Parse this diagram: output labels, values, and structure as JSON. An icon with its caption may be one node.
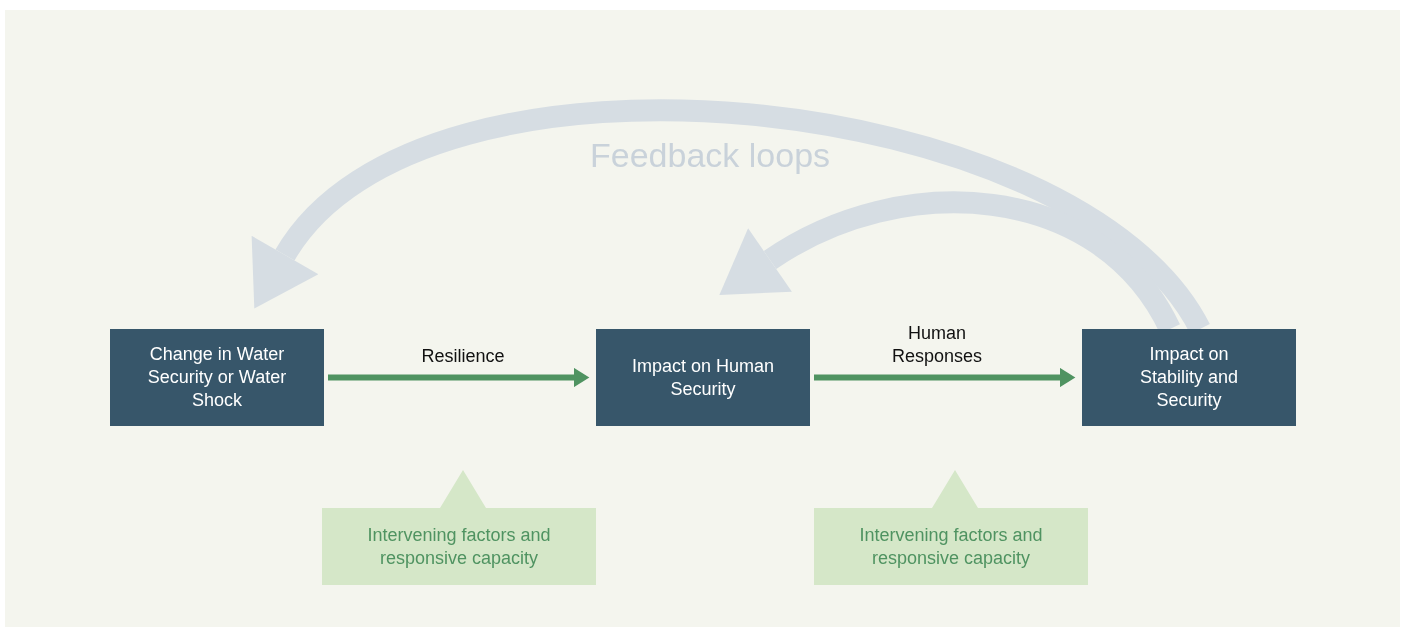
{
  "diagram": {
    "nodes": [
      {
        "text": [
          "Change in Water Security or Water Shock"
        ]
      },
      {
        "text": [
          "Impact on Human Security"
        ]
      },
      {
        "text": [
          "Impact on Stability and Security"
        ]
      },
      {
        "text": [
          "Intervening factors and responsive capacity"
        ]
      },
      {
        "text": [
          "Intervening factors and responsive capacity"
        ]
      }
    ],
    "edges": [
      {
        "from": 0,
        "to": 1,
        "arrow": "to",
        "label": "Resilience"
      },
      {
        "from": 1,
        "to": 2,
        "arrow": "to",
        "label": "Human Responses"
      },
      {
        "from": 2,
        "to": 0,
        "arrow": "to",
        "style": "thick",
        "color": "#d6dde3"
      },
      {
        "from": 2,
        "to": 1,
        "arrow": "to",
        "style": "thick",
        "color": "#d6dde3"
      }
    ],
    "labels": [
      "Feedback loops"
    ]
  }
}
